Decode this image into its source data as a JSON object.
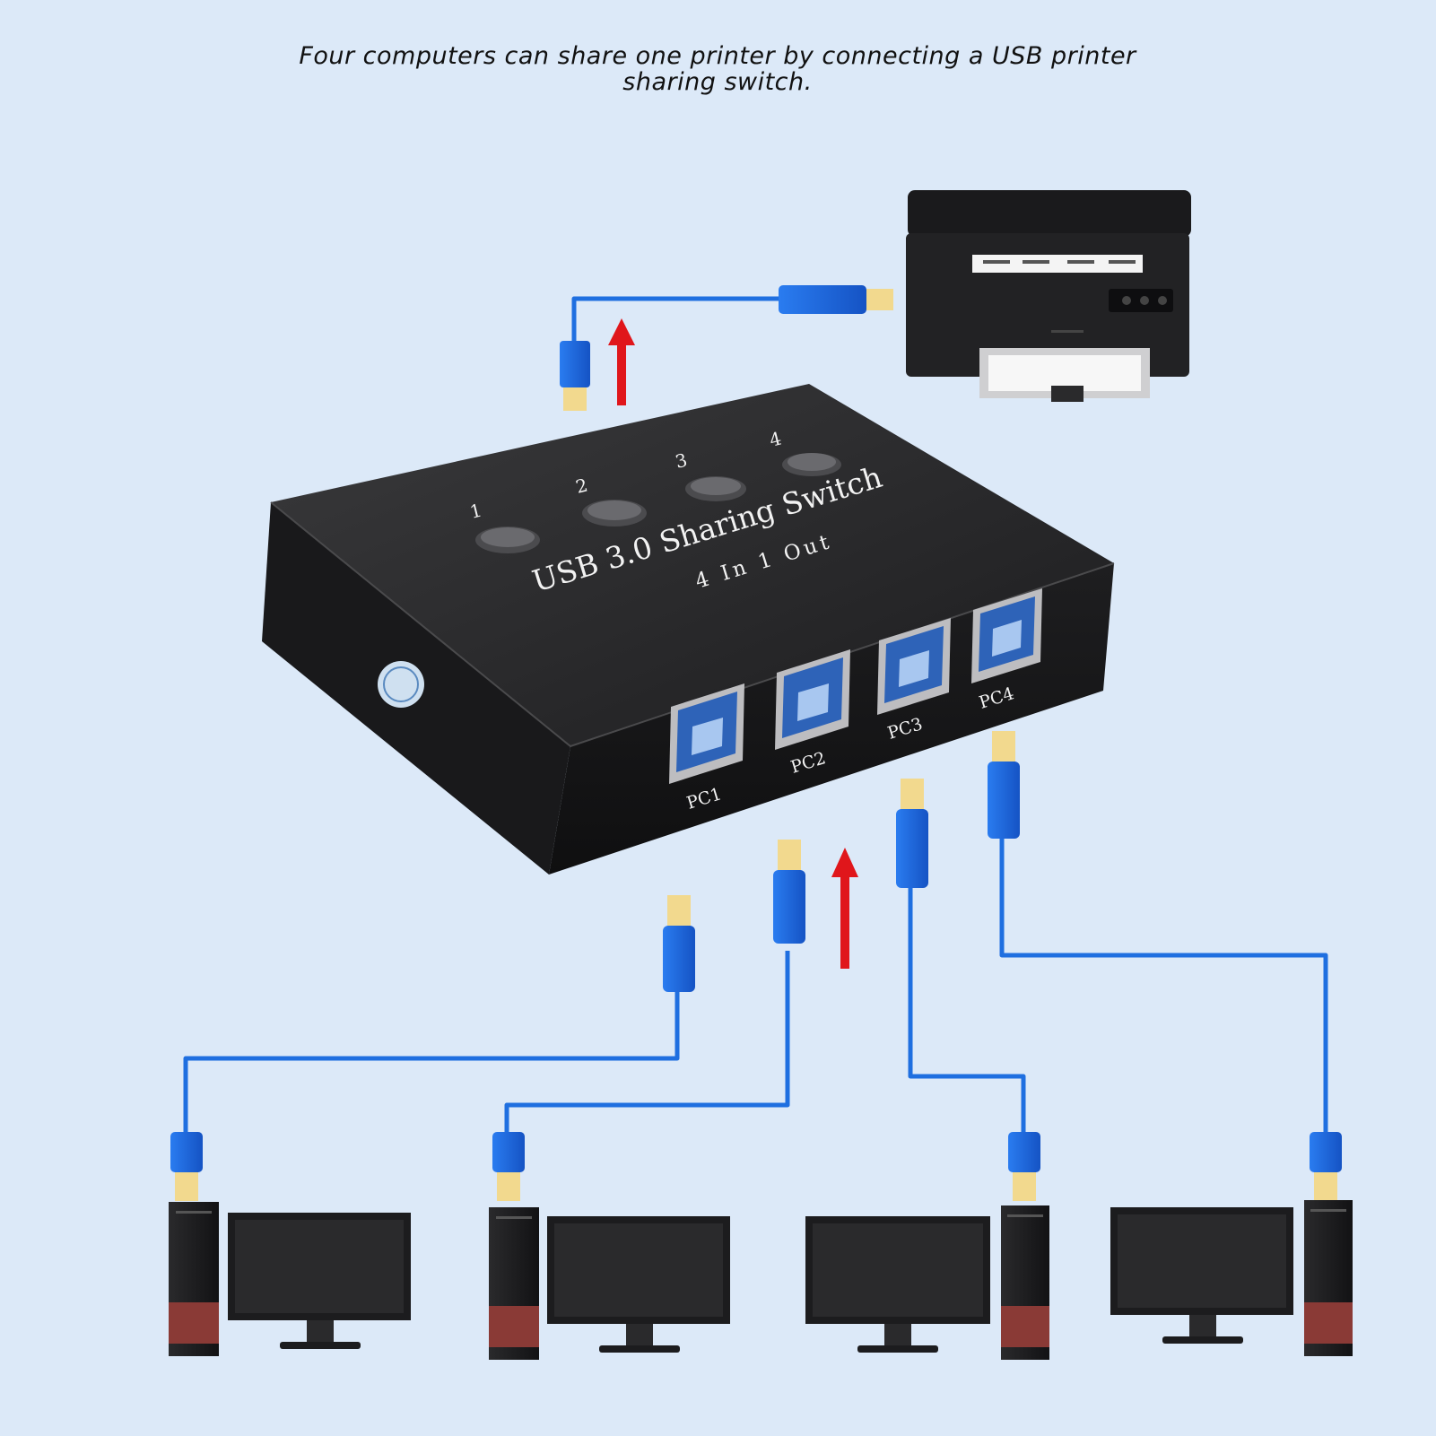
{
  "caption": "Four computers can share one printer by connecting a USB printer sharing switch.",
  "switch": {
    "title": "USB 3.0 Sharing Switch",
    "subtitle": "4 In 1 Out",
    "buttons": [
      "1",
      "2",
      "3",
      "4"
    ],
    "ports": [
      "PC1",
      "PC2",
      "PC3",
      "PC4"
    ]
  },
  "colors": {
    "background": "#dce9f8",
    "cable": "#1f6fe0",
    "connector": "#1b63d8",
    "usb_tip": "#f2d98e",
    "arrow": "#e0161b",
    "device_body": "#222222"
  },
  "icons": [
    "printer-icon",
    "desktop-computer-icon",
    "monitor-icon",
    "usb-connector-icon",
    "up-arrow-icon"
  ]
}
